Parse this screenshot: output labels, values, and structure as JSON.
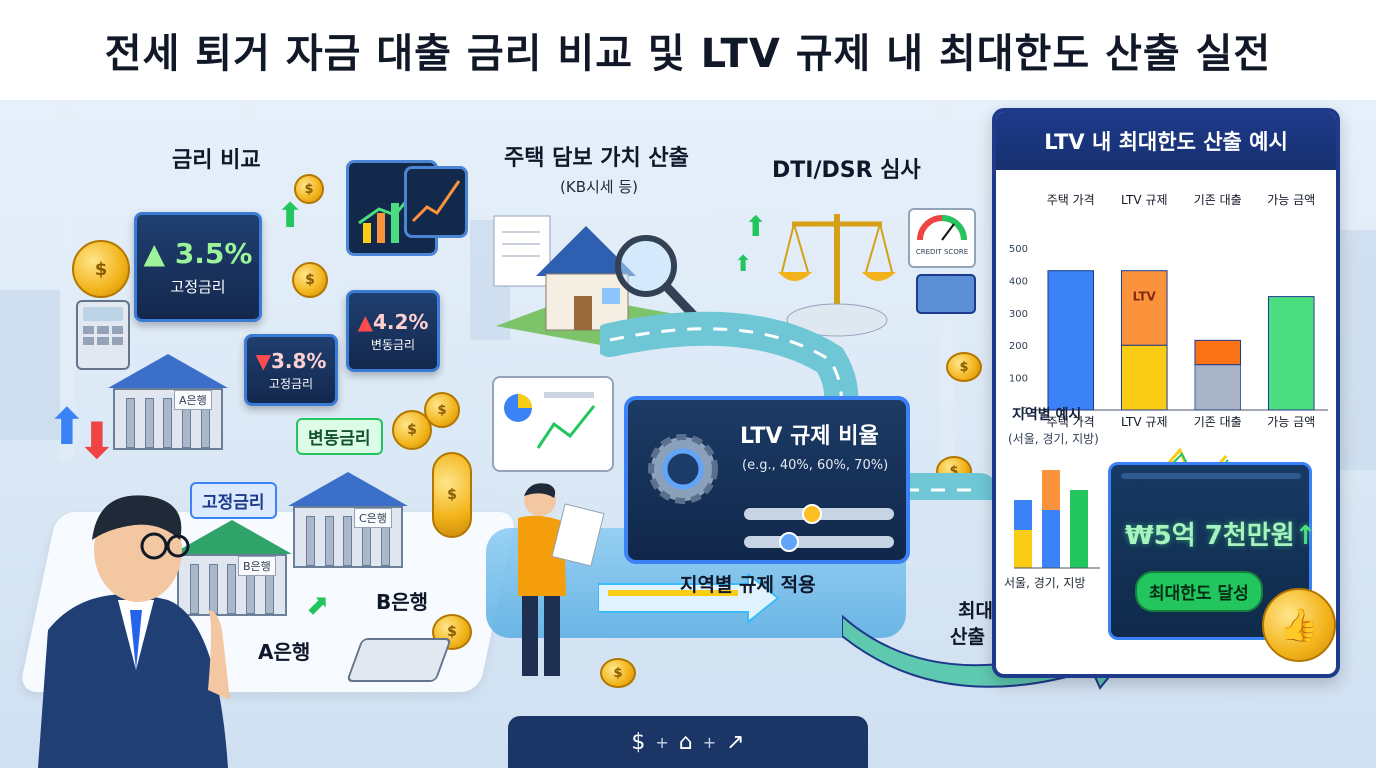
{
  "title": "전세 퇴거 자금 대출 금리 비교 및 LTV 규제 내 최대한도 산출 실전",
  "rate_compare": {
    "heading": "금리 비교",
    "cards": [
      {
        "rate": "3.5%",
        "kind": "고정금리"
      },
      {
        "rate": "3.8%",
        "kind": "고정금리"
      },
      {
        "rate": "4.2%",
        "kind": "변동금리"
      }
    ],
    "tag_variable": "변동금리",
    "tag_fixed": "고정금리"
  },
  "banks": {
    "sign_a": "A은행",
    "sign_b": "B은행",
    "sign_c": "C은행",
    "label_a": "A은행",
    "label_b": "B은행"
  },
  "house": {
    "heading": "주택 담보 가치 산출",
    "sub": "(KB시세 등)"
  },
  "dti": {
    "heading": "DTI/DSR 심사",
    "gauge_text": "CREDIT SCORE"
  },
  "ltv_board": {
    "title": "LTV 규제 비율",
    "sub": "(e.g., 40%, 60%, 70%)",
    "slider1": 0.45,
    "slider2": 0.3
  },
  "region_apply": "지역별 규제 적용",
  "final_result": {
    "line1": "최대한도",
    "line2": "산출 결과"
  },
  "ltv_panel": {
    "header": "LTV 내 최대한도 산출 예시",
    "region_title": "지역별 예시",
    "region_sub": "(서울, 경기, 지방)",
    "region_axis": "서울, 경기, 지방",
    "amount": "₩5억 7천만원",
    "achieve": "최대한도 달성"
  },
  "chart_data": {
    "type": "bar",
    "categories": [
      "주택 가격",
      "LTV 규제",
      "기존 대출",
      "가능 금액"
    ],
    "top_labels": [
      "주택 가격",
      "LTV 규제",
      "기존 대출",
      "가능 금액"
    ],
    "values": [
      430,
      430,
      215,
      350
    ],
    "segments": [
      [
        {
          "value": 430,
          "color": "#3b82f6"
        }
      ],
      [
        {
          "value": 200,
          "color": "#facc15"
        },
        {
          "value": 230,
          "color": "#fb923c"
        }
      ],
      [
        {
          "value": 140,
          "color": "#94a3b8"
        },
        {
          "value": 75,
          "color": "#f97316"
        }
      ],
      [
        {
          "value": 350,
          "color": "#4ade80"
        }
      ]
    ],
    "bar_inner_label": "LTV",
    "yticks": [
      0,
      100,
      200,
      300,
      400,
      500
    ],
    "ylim": [
      0,
      500
    ],
    "grid": false
  },
  "colors": {
    "navy": "#1e3a8a",
    "accent_green": "#22c55e",
    "coin": "#f2b31a"
  }
}
